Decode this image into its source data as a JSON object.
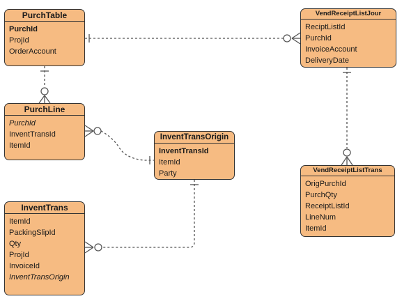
{
  "entities": {
    "purchtable": {
      "title": "PurchTable",
      "fields": [
        "PurchId",
        "ProjId",
        "OrderAccount"
      ]
    },
    "purchline": {
      "title": "PurchLine",
      "fields": [
        "PurchId",
        "InventTransId",
        "ItemId"
      ]
    },
    "inventtransorigin": {
      "title": "InventTransOrigin",
      "fields": [
        "InventTransId",
        "ItemId",
        "Party"
      ]
    },
    "inventtrans": {
      "title": "InventTrans",
      "fields": [
        "ItemId",
        "PackingSlipId",
        "Qty",
        "ProjId",
        "InvoiceId",
        "InventTransOrigin"
      ]
    },
    "vendreceiptlistjour": {
      "title": "VendReceiptListJour",
      "fields": [
        "ReciptListId",
        "PurchId",
        "InvoiceAccount",
        "DeliveryDate"
      ]
    },
    "vendreceiptlisttrans": {
      "title": "VendReceiptListTrans",
      "fields": [
        "OrigPurchId",
        "PurchQty",
        "ReceiptListId",
        "LineNum",
        "ItemId"
      ]
    }
  },
  "colors": {
    "entity_fill": "#f6bb82",
    "entity_border": "#333333",
    "connector": "#555555"
  }
}
